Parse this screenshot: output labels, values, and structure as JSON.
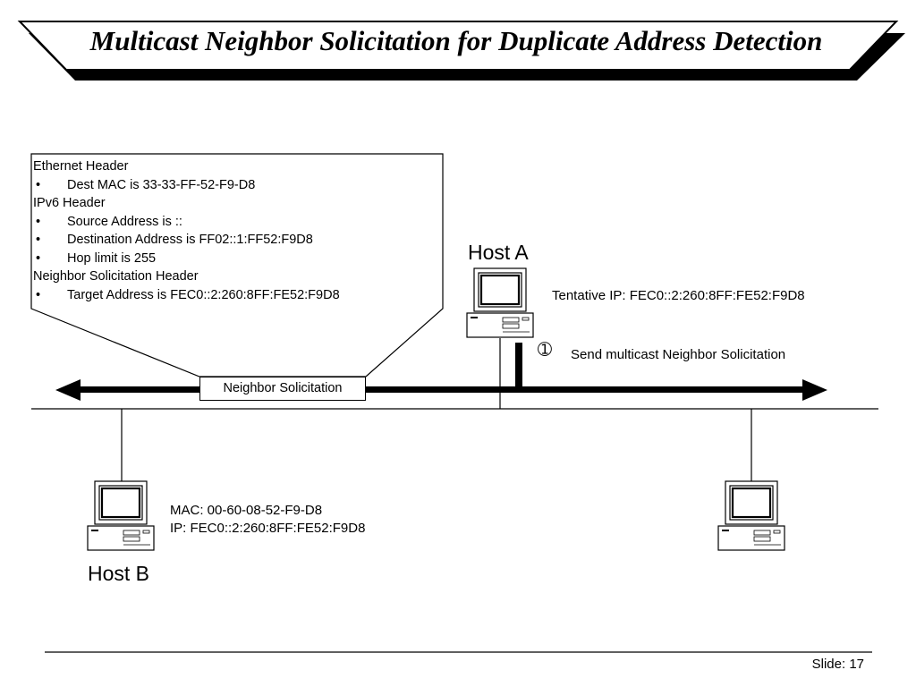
{
  "title": "Multicast Neighbor Solicitation for Duplicate Address Detection",
  "callout": {
    "lines": [
      {
        "text": "Ethernet Header",
        "bullet": false
      },
      {
        "text": "Dest MAC is 33-33-FF-52-F9-D8",
        "bullet": true
      },
      {
        "text": "IPv6 Header",
        "bullet": false
      },
      {
        "text": "Source Address is ::",
        "bullet": true
      },
      {
        "text": "Destination Address is FF02::1:FF52:F9D8",
        "bullet": true
      },
      {
        "text": "Hop limit is 255",
        "bullet": true
      },
      {
        "text": "Neighbor Solicitation Header",
        "bullet": false
      },
      {
        "text": "Target Address is FEC0::2:260:8FF:FE52:F9D8",
        "bullet": true
      }
    ],
    "bullet_char": "•"
  },
  "host_a": {
    "name": "Host A",
    "tentative_ip": "Tentative IP: FEC0::2:260:8FF:FE52:F9D8"
  },
  "step": {
    "marker": "➀",
    "text": "Send multicast Neighbor Solicitation"
  },
  "packet_label": "Neighbor Solicitation",
  "host_b": {
    "name": "Host B",
    "mac": "MAC: 00-60-08-52-F9-D8",
    "ip": "IP: FEC0::2:260:8FF:FE52:F9D8"
  },
  "footer": {
    "slide": "Slide: 17"
  }
}
